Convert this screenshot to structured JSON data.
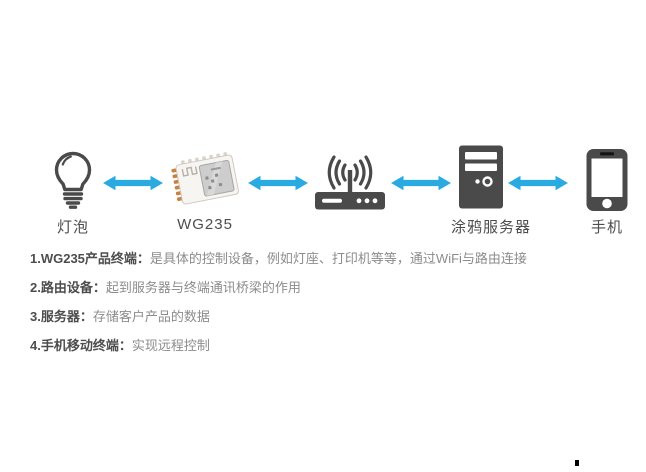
{
  "diagram": {
    "icon_color": "#4a4a4a",
    "arrow_color": "#29abe2",
    "nodes": [
      {
        "id": "bulb",
        "label": "灯泡"
      },
      {
        "id": "module",
        "label": "WG235"
      },
      {
        "id": "router",
        "label": ""
      },
      {
        "id": "server",
        "label": "涂鸦服务器"
      },
      {
        "id": "phone",
        "label": "手机"
      }
    ]
  },
  "notes": [
    {
      "title": "1.WG235产品终端：",
      "desc": "是具体的控制设备，例如灯座、打印机等等，通过WiFi与路由连接"
    },
    {
      "title": "2.路由设备：",
      "desc": "起到服务器与终端通讯桥梁的作用"
    },
    {
      "title": "3.服务器：",
      "desc": "存储客户产品的数据"
    },
    {
      "title": "4.手机移动终端：",
      "desc": "实现远程控制"
    }
  ]
}
